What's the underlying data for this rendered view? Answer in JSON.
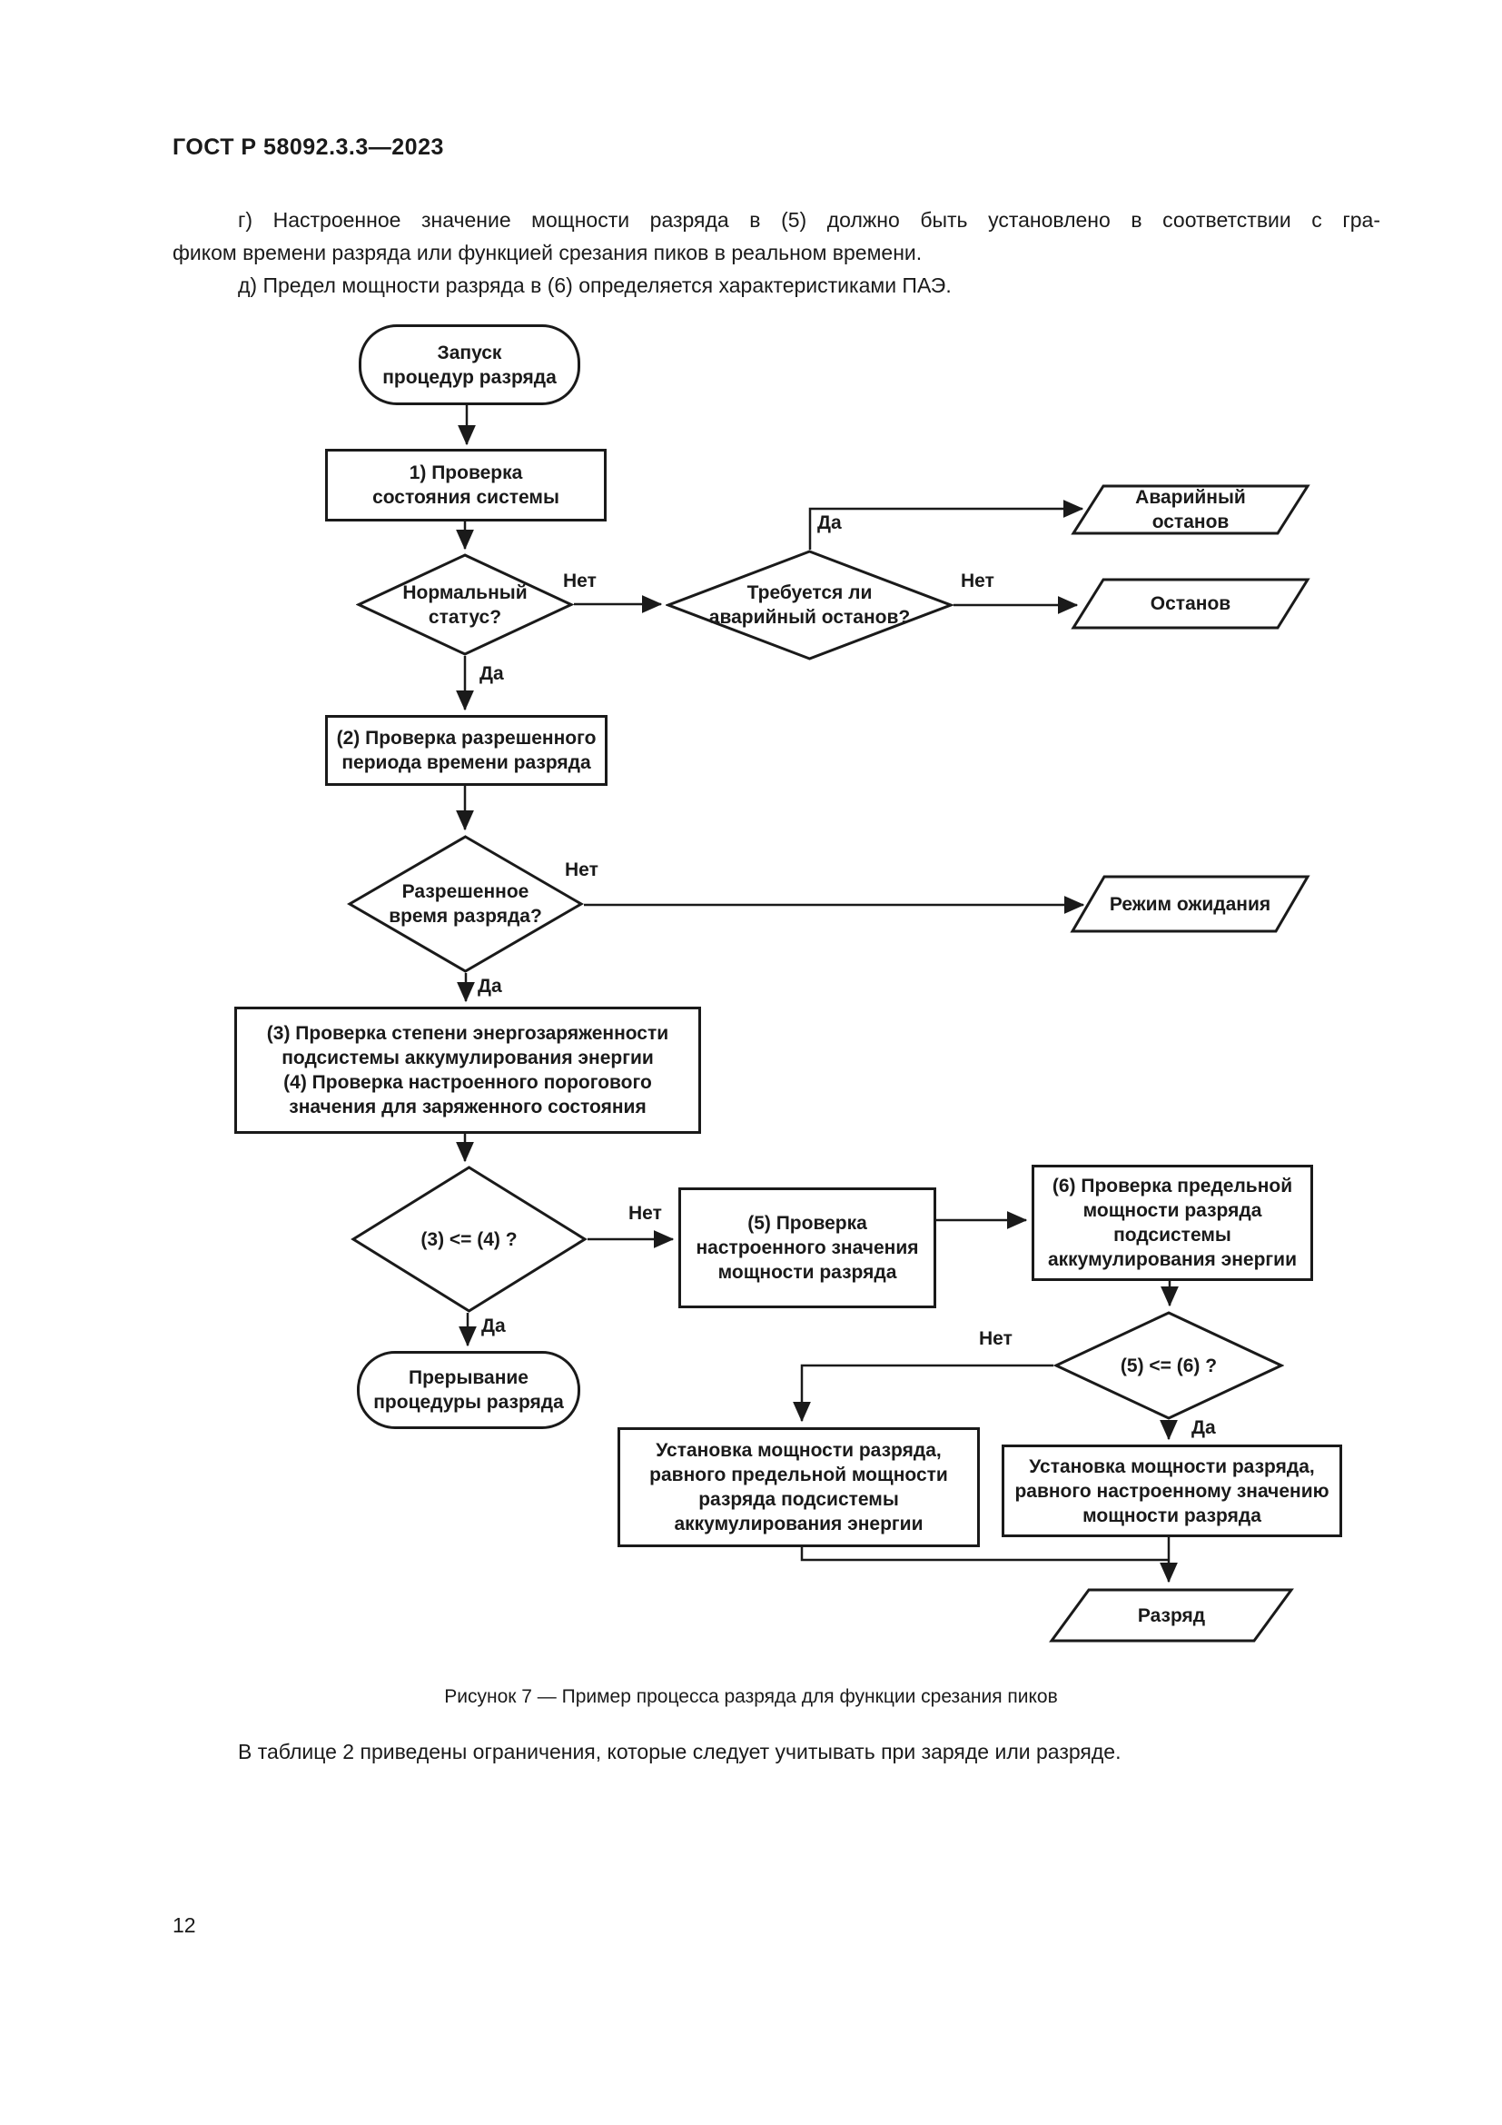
{
  "colors": {
    "ink": "#1a1a1a",
    "paper": "#ffffff"
  },
  "header": {
    "title": "ГОСТ Р 58092.3.3—2023"
  },
  "paragraphs": {
    "g_line1": "г) Настроенное значение мощности разряда в (5) должно быть установлено в соответствии с гра-",
    "g_line2": "фиком времени разряда или функцией срезания пиков в реальном времени.",
    "d": "д) Предел мощности разряда в (6) определяется характеристиками ПАЭ."
  },
  "figure": {
    "caption": "Рисунок 7 — Пример процесса разряда для функции срезания пиков"
  },
  "closing": "В таблице 2 приведены ограничения, которые следует учитывать при заряде или разряде.",
  "page_number": "12",
  "flowchart": {
    "start": "Запуск\nпроцедур разряда",
    "check_system": "1) Проверка\nсостояния системы",
    "normal_status": "Нормальный\nстатус?",
    "emergency_needed": "Требуется ли\nаварийный останов?",
    "emergency_stop": "Аварийный\nостанов",
    "stop": "Останов",
    "check_period": "(2) Проверка разрешенного\nпериода времени разряда",
    "allowed_time": "Разрешенное\nвремя разряда?",
    "standby": "Режим ожидания",
    "check_soc": "(3) Проверка степени энергозаряженности\nподсистемы аккумулирования энергии\n(4) Проверка настроенного порогового\nзначения для заряженного состояния",
    "cmp34": "(3) <= (4) ?",
    "check_power": "(5) Проверка\nнастроенного значения\nмощности разряда",
    "check_limit": "(6) Проверка предельной\nмощности разряда\nподсистемы\nаккумулирования энергии",
    "interrupt": "Прерывание\nпроцедуры разряда",
    "cmp56": "(5) <= (6) ?",
    "set_limit_power": "Установка мощности разряда,\nравного предельной мощности\nразряда подсистемы\nаккумулирования энергии",
    "set_configured_power": "Установка мощности разряда,\nравного настроенному значению\nмощности разряда",
    "discharge": "Разряд",
    "yes": "Да",
    "no": "Нет"
  }
}
